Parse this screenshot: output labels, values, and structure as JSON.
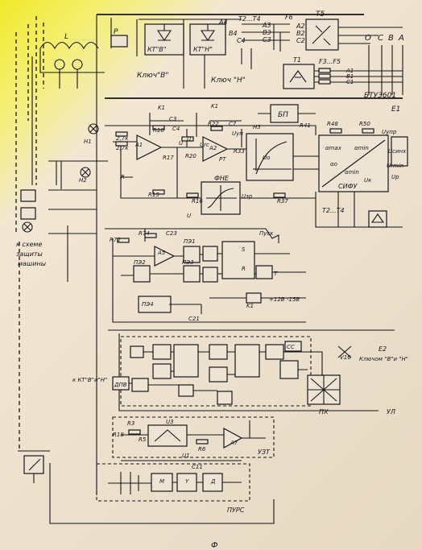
{
  "ink_color": "#15161d",
  "paper_color": "#ece0cc",
  "highlight_color": "#f2ea2a",
  "top_blocks": {
    "kt_v": "КТ\"В\"",
    "kt_n": "КТ\"Н\"",
    "t5": "T5",
    "t1": "T1",
    "p": "P",
    "l": "L",
    "bp": "БП"
  },
  "terminals": {
    "a4": "A4",
    "t2_t4": "T2...T4",
    "f6": "F6",
    "b4": "B4",
    "c4": "C4",
    "a3": "A3",
    "b3": "B3",
    "c3": "C3",
    "a2": "A2",
    "b2": "B2",
    "c2": "C2",
    "f3_f5": "F3...F5",
    "a1": "A1",
    "b1": "B1",
    "c1": "C1"
  },
  "bus_labels": {
    "o": "O",
    "c": "C",
    "v": "B",
    "a": "A",
    "yl": "УЛ"
  },
  "keys": {
    "key_v": "Ключ\"В\"",
    "key_n": "Ключ \"Н\""
  },
  "module_labels": {
    "btu": "БТУ3601",
    "e1": "E1",
    "e2": "E2",
    "sifu": "СИФУ",
    "fne": "ФНЕ",
    "px": "ПХ",
    "uzt": "УЗТ",
    "purs": "ПУРС",
    "dpv": "ДПВ",
    "cc": "СС",
    "key_vn": "Ключом \"В\"и \"Н\"",
    "kkt": "к КТ\"В\"и\"Н\""
  },
  "component_labels": [
    "K1",
    "K1",
    "R10",
    "C3",
    "C4",
    "A1",
    "R17",
    "R20",
    "U",
    "R22",
    "C7",
    "A2",
    "R33",
    "PT",
    "H3",
    "R41",
    "R48",
    "R50",
    "H1",
    "2,7к",
    "2,7к",
    "R",
    "R15",
    "R16",
    "R37",
    "R72",
    "R74",
    "C23",
    "A5",
    "ПЭ1",
    "ПЭ2",
    "ПЭ3",
    "ПЭ4",
    "C21",
    "K1",
    "+12B",
    "-15B",
    "V16",
    "R3",
    "R18",
    "R5",
    "U3",
    "R6",
    "A7",
    "U1",
    "C11",
    "H2",
    "U",
    "Y",
    "Д",
    "M",
    "T"
  ],
  "signal_labels": [
    "Uупр",
    "Uсинх",
    "αmax",
    "αmin",
    "αo",
    "Uр",
    "αmin",
    "Urmin",
    "Uзр",
    "Uк",
    "Urc",
    "Uo",
    "Uуп",
    "U",
    "S",
    "R",
    "Пуск"
  ],
  "left_annotation": [
    "к схеме",
    "защиты",
    "машины"
  ],
  "bottom_letter": "Ф"
}
